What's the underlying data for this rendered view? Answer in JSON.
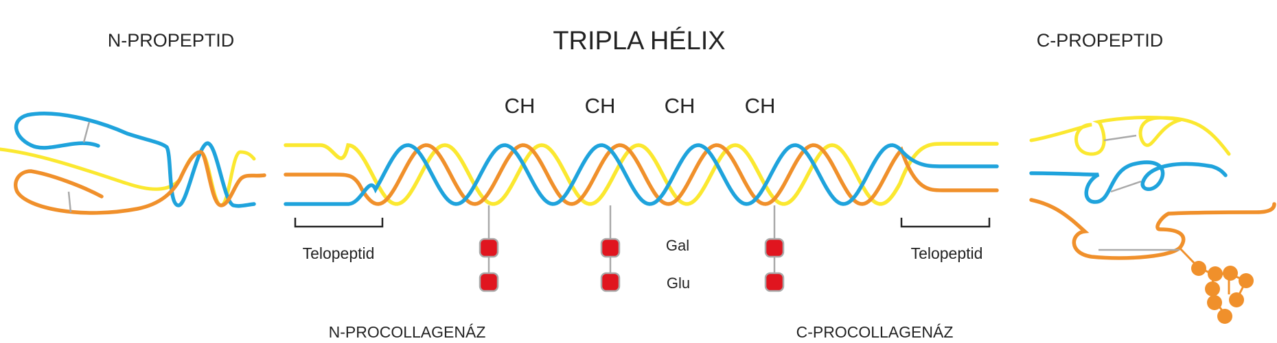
{
  "labels": {
    "n_propeptid": "N-PROPEPTID",
    "tripla_helix": "TRIPLA HÉLIX",
    "c_propeptid": "C-PROPEPTID",
    "ch": [
      "CH",
      "CH",
      "CH",
      "CH"
    ],
    "telopeptid_left": "Telopeptid",
    "telopeptid_right": "Telopeptid",
    "gal": "Gal",
    "glu": "Glu",
    "n_procollagenaz": "N-PROCOLLAGENÁZ",
    "c_procollagenaz": "C-PROCOLLAGENÁZ"
  },
  "colors": {
    "blue_chain": "#1fa3dc",
    "orange_chain": "#f0902b",
    "yellow_chain": "#fbe830",
    "sugar": "#e0151f",
    "sugar_border": "#a9a9a9",
    "connector": "#a9a9a9",
    "bracket": "#222222",
    "text": "#222222"
  }
}
